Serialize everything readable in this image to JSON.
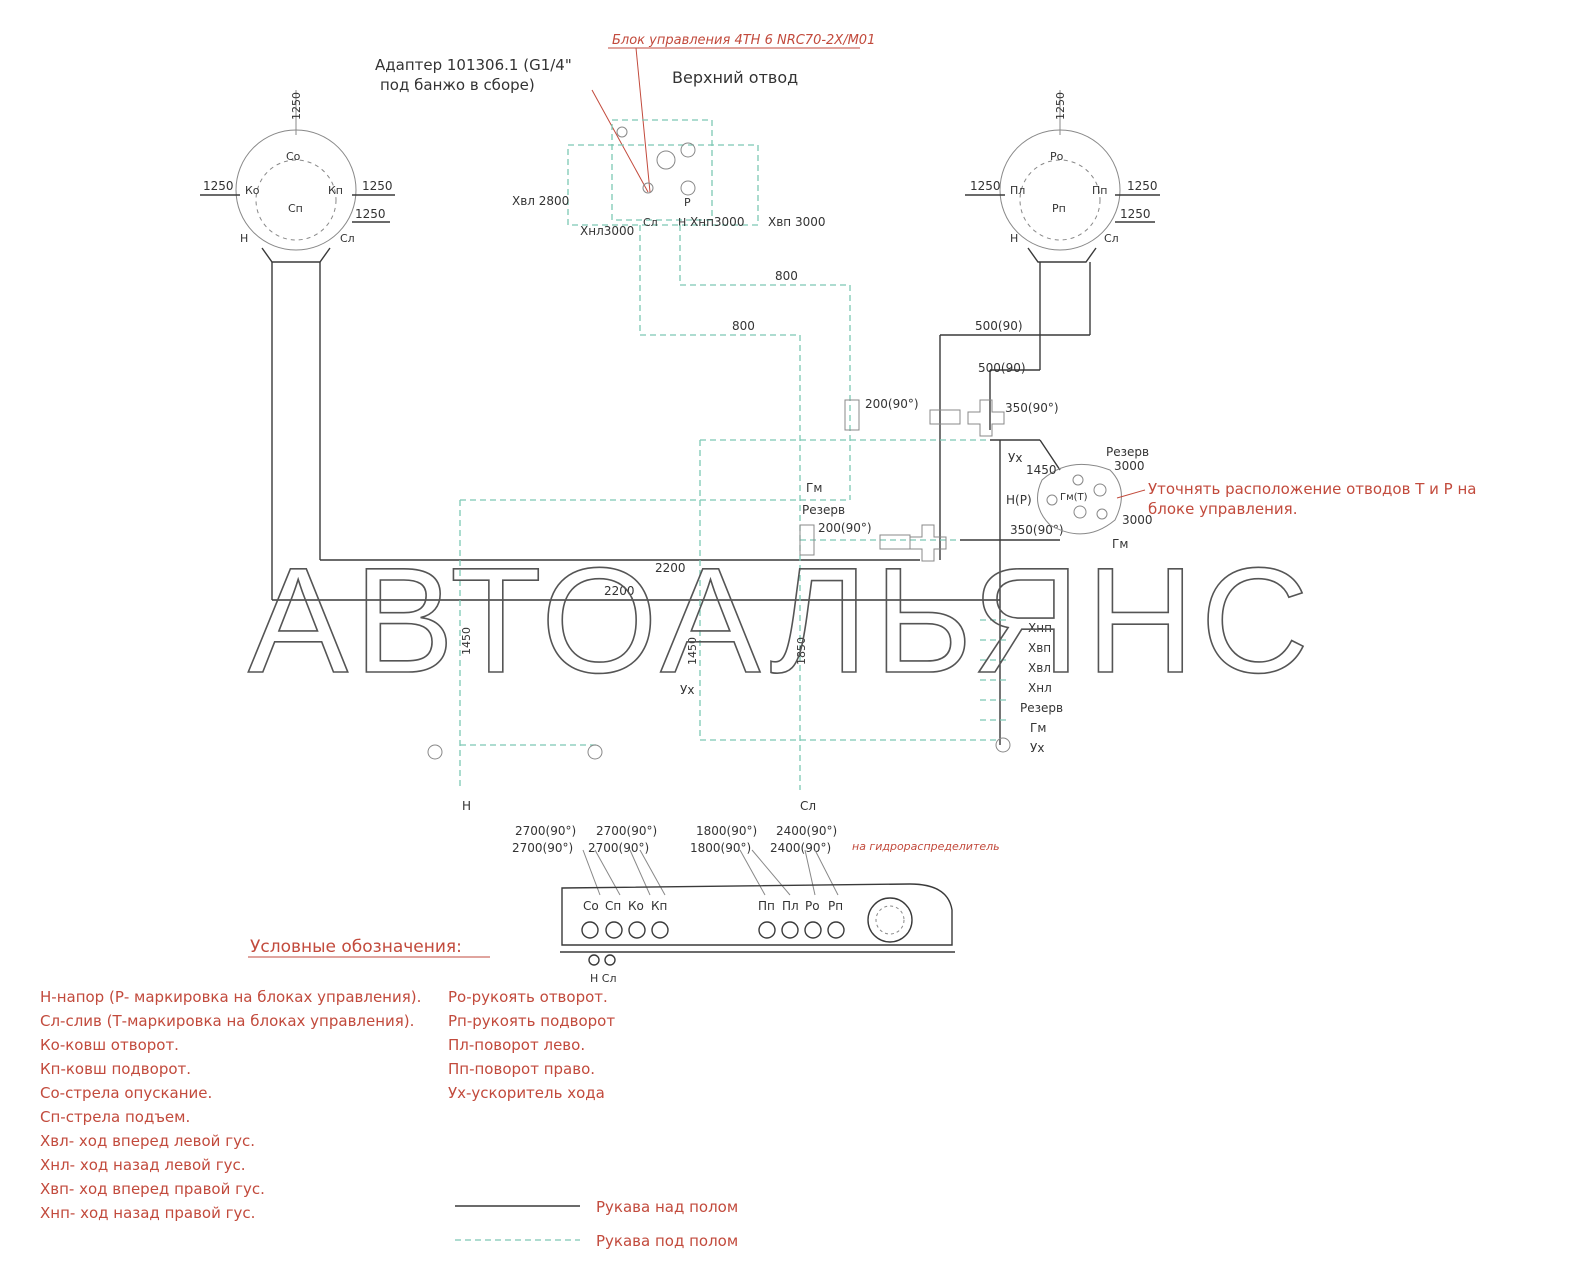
{
  "header": {
    "block_title": "Блок управления 4TH 6 NRC70-2X/M01",
    "adapter_line1": "Адаптер 101306.1 (G1/4\"",
    "adapter_line2": "под банжо в сборе)",
    "upper_outlet": "Верхний отвод"
  },
  "left_joystick": {
    "top": "1250",
    "left": "1250",
    "right1": "1250",
    "right2": "1250",
    "ports": {
      "so": "Со",
      "ko": "Ко",
      "kp": "Кп",
      "sp": "Сп",
      "n": "Н",
      "sl": "Сл"
    }
  },
  "right_joystick": {
    "top": "1250",
    "left": "1250",
    "right1": "1250",
    "right2": "1250",
    "ports": {
      "ro": "Ро",
      "pl": "Пл",
      "pp": "Пп",
      "rp": "Рп",
      "n": "Н",
      "sl": "Сл"
    }
  },
  "center_block": {
    "xvl": "Хвл 2800",
    "xnl": "Хнл3000",
    "xnp": "Хнп3000",
    "xvp": "Хвп 3000",
    "sl": "Сл",
    "p": "Р",
    "n": "Н"
  },
  "lengths": {
    "l800a": "800",
    "l800b": "800",
    "l500a": "500(90)",
    "l500b": "500(90)",
    "l200top": "200(90°)",
    "l350top": "350(90°)",
    "l200bot": "200(90°)",
    "l350bot": "350(90°)",
    "l2200a": "2200",
    "l2200b": "2200",
    "v1450": "1450",
    "v1450b": "1450",
    "v1850": "1850"
  },
  "valve_right": {
    "ux": "Ух",
    "v1450": "1450",
    "rezerv": "Резерв",
    "r3000": "3000",
    "nkp": "Н(Р)",
    "gm_t": "Гм(Т)",
    "r3000b": "3000",
    "gm": "Гм",
    "note_line1": "Уточнять расположение отводов Т и Р на",
    "note_line2": "блоке управления."
  },
  "center_labels": {
    "gm": "Гм",
    "rezerv": "Резерв",
    "ux": "Ух",
    "n": "Н",
    "sl": "Сл"
  },
  "right_stack": [
    "Хнп",
    "Хвп",
    "Хвл",
    "Хнл",
    "Резерв",
    "Гм",
    "Ух"
  ],
  "fitting_labels": {
    "a": "2700(90°)",
    "b": "2700(90°)",
    "c": "2700(90°)",
    "d": "2700(90°)",
    "e": "1800(90°)",
    "f": "2400(90°)",
    "g": "1800(90°)",
    "h": "2400(90°)",
    "dist": "на гидрораспределитель"
  },
  "panel": {
    "left_ports": [
      "Со",
      "Сп",
      "Ко",
      "Кп"
    ],
    "right_ports": [
      "Пп",
      "Пл",
      "Ро",
      "Рп"
    ],
    "bottom_ports": "Н Сл"
  },
  "legend": {
    "title": "Условные обозначения:",
    "col1": [
      "Н-напор (Р- маркировка на блоках управления).",
      "Сл-слив (Т-маркировка на блоках управления).",
      "Ко-ковш отворот.",
      "Кп-ковш подворот.",
      "Со-стрела опускание.",
      "Сп-стрела подъем.",
      "Хвл- ход вперед левой гус.",
      "Хнл- ход назад левой гус.",
      "Хвп- ход вперед правой гус.",
      "Хнп- ход назад правой гус."
    ],
    "col2": [
      "Ро-рукоять отворот.",
      "Рп-рукоять подворот",
      "Пл-поворот лево.",
      "Пп-поворот право.",
      "Ух-ускоритель хода"
    ],
    "line_above": "Рукава над полом",
    "line_below": "Рукава под полом"
  },
  "watermark": "АВТОАЛЬЯНС",
  "colors": {
    "text_red": "#c24a3c",
    "hose_under": "#7cc8b4",
    "hose_over": "#3a3a3a"
  }
}
